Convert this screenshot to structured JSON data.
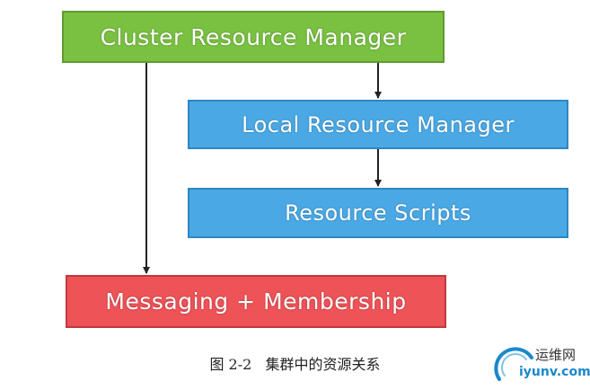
{
  "diagram": {
    "nodes": {
      "crm": {
        "label": "Cluster Resource Manager",
        "color": "#7ac142"
      },
      "lrm": {
        "label": "Local Resource Manager",
        "color": "#4aa9e5"
      },
      "rs": {
        "label": "Resource Scripts",
        "color": "#4aa9e5"
      },
      "mm": {
        "label": "Messaging + Membership",
        "color": "#ee5357"
      }
    },
    "edges": [
      {
        "from": "crm",
        "to": "lrm"
      },
      {
        "from": "lrm",
        "to": "rs"
      },
      {
        "from": "crm",
        "to": "mm"
      }
    ]
  },
  "caption": "图 2-2   集群中的资源关系",
  "watermark": {
    "name": "运维网",
    "url": "iyunv.com"
  }
}
